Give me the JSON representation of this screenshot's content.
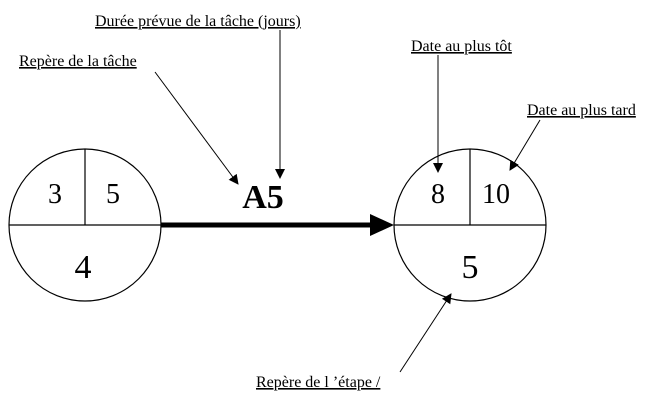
{
  "labels": {
    "duration": "Durée prévue de la tâche (jours)",
    "task_ref": "Repère de la tâche",
    "earliest": "Date au plus tôt",
    "latest": "Date au plus tard",
    "step_ref": "Repère de l ’étape /"
  },
  "task": {
    "name": "A5"
  },
  "nodes": [
    {
      "earliest": "3",
      "latest": "5",
      "id": "4"
    },
    {
      "earliest": "8",
      "latest": "10",
      "id": "5"
    }
  ]
}
